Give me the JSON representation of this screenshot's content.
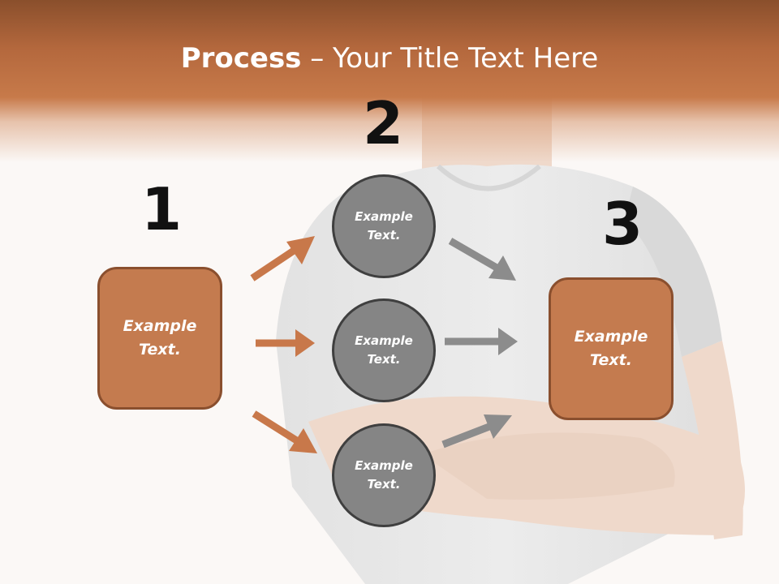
{
  "title": {
    "bold": "Process",
    "rest": " – Your Title Text Here"
  },
  "steps": [
    {
      "number": "1",
      "items": [
        {
          "text": "Example\nText."
        }
      ]
    },
    {
      "number": "2",
      "items": [
        {
          "text": "Example\nText."
        },
        {
          "text": "Example\nText."
        },
        {
          "text": "Example\nText."
        }
      ]
    },
    {
      "number": "3",
      "items": [
        {
          "text": "Example\nText."
        }
      ]
    }
  ],
  "colors": {
    "accent": "#c47b4f",
    "accent_border": "#8a4f2e",
    "circle_fill": "#858585",
    "circle_border": "#3f3f3f",
    "arrow_orange": "#c8784a",
    "arrow_gray": "#8c8c8c",
    "header": "#b4683d"
  },
  "background_image": "person-crossed-arms-gray-tshirt"
}
